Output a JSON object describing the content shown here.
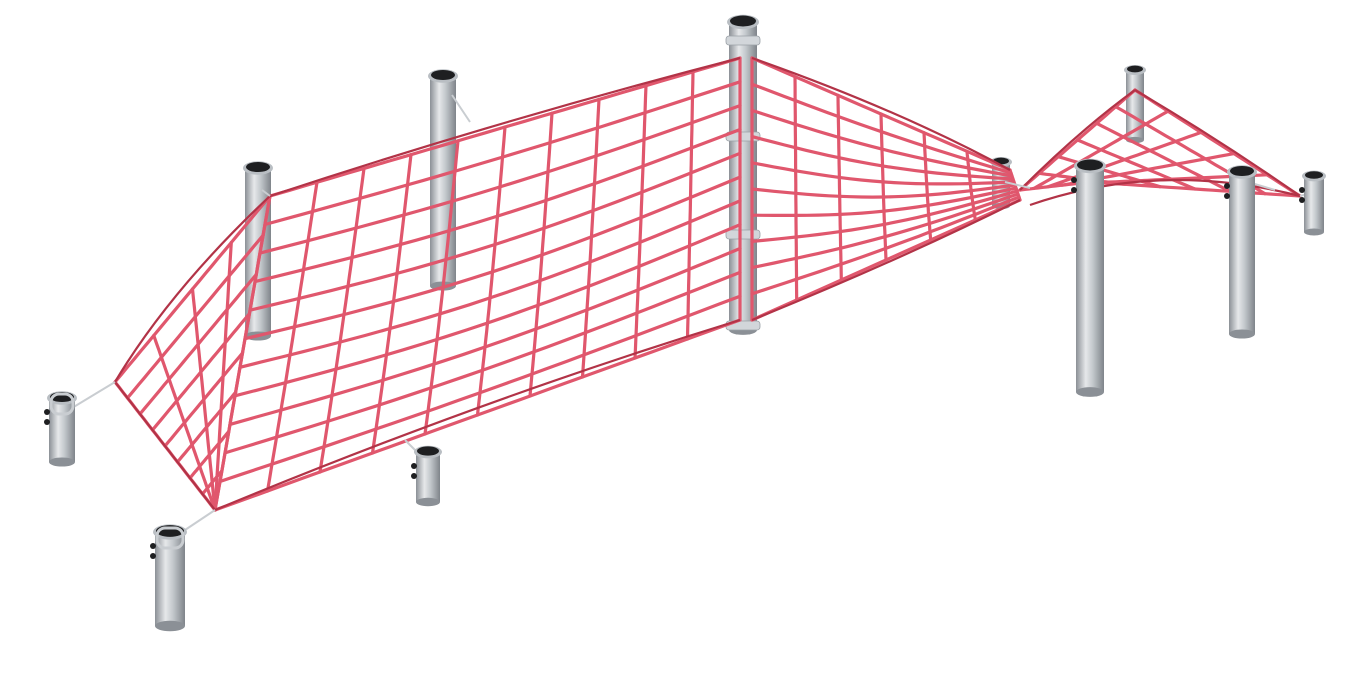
{
  "image": {
    "alt": "",
    "colors": {
      "background": "#ffffff",
      "rope": "#e0576d",
      "rope_dark": "#b23347",
      "post_light": "#e6e8ea",
      "post_mid": "#b9bec3",
      "post_dark": "#8b9096",
      "cap": "#1e1f21",
      "hardware": "#c9cdd1"
    },
    "objects": {
      "net": "rope-climbing-net",
      "posts": "galvanized-steel-posts",
      "anchors": "ground-anchor-posts"
    }
  }
}
